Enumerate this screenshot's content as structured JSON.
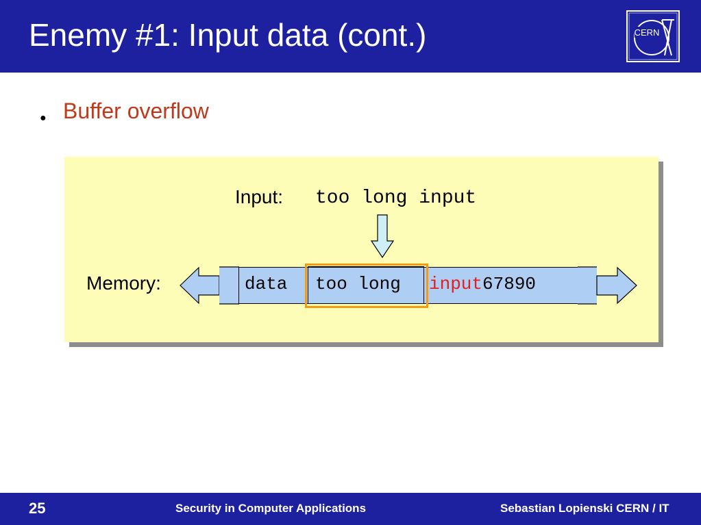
{
  "slide": {
    "title": "Enemy #1: Input data (cont.)",
    "logo_text": "CERN",
    "bullet": "Buffer overflow"
  },
  "diagram": {
    "input_label": "Input:",
    "input_value": "too long input",
    "memory_label": "Memory:",
    "cells": {
      "before": "data",
      "buffer": "too long",
      "overflow_red": "input",
      "overflow_rest": "67890"
    }
  },
  "footer": {
    "page_number": "25",
    "center": "Security in Computer Applications",
    "right": "Sebastian Lopienski CERN / IT"
  },
  "colors": {
    "header_bg": "#1d21a0",
    "bullet_text": "#c0391a",
    "box_bg": "#fefdb7",
    "memory_bg": "#aecff3",
    "highlight": "#f59b12",
    "overflow_text": "#e21e1e"
  }
}
